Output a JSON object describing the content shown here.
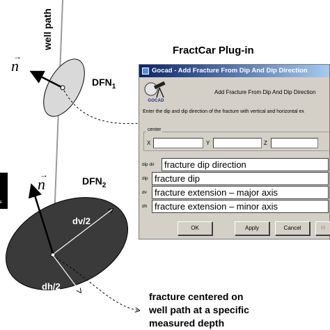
{
  "well_path_label": "well path",
  "normal_symbol": "n",
  "dfn1_label": {
    "main": "DFN",
    "sub": "1"
  },
  "dfn2_label": {
    "main": "DFN",
    "sub": "2"
  },
  "dv_label": "dv/2",
  "dh_label": "dh/2",
  "plugin_title": "FractCar Plug-in",
  "caption": {
    "line1": "fracture centered on",
    "line2": "well path at a specific",
    "line3": "measured depth"
  },
  "sidebar_text": "E",
  "dialog": {
    "title": "Gocad - Add Fracture From Dip And Dip Direction",
    "logo_text": "GOCAD",
    "heading": "Add Fracture From Dip And Dip Direction",
    "instruction": "Enter the dip and dip direction of the fracture with vertical and horizontal ex",
    "center_legend": "center",
    "coords": [
      "X",
      "Y",
      "Z"
    ],
    "rows": [
      {
        "label": "dip dir",
        "value": "fracture dip direction"
      },
      {
        "label": "dip",
        "value": "fracture dip"
      },
      {
        "label": "dv",
        "value": "fracture extension – major axis"
      },
      {
        "label": "dh",
        "value": "fracture extension – minor axis"
      }
    ],
    "buttons": {
      "ok": "OK",
      "apply": "Apply",
      "cancel": "Cancel",
      "help": "H"
    }
  }
}
